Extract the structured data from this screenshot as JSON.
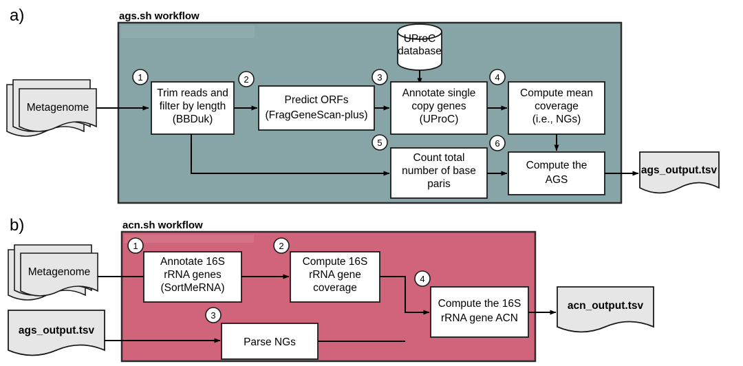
{
  "figure": {
    "panels": [
      {
        "id": "a",
        "letter": "a)",
        "title": "ags.sh workflow",
        "panel_color": "#87a4a6",
        "panel_band_color": "#8fabad",
        "inputs": [
          {
            "name": "metagenome-input",
            "label": "Metagenome",
            "stacked": true
          }
        ],
        "database": {
          "name": "uproc-database",
          "line1": "UProC",
          "line2": "database"
        },
        "steps": [
          {
            "num": "1",
            "lines": [
              "Trim reads and",
              "filter by length",
              "(BBDuk)"
            ]
          },
          {
            "num": "2",
            "lines": [
              "Predict ORFs",
              "(FragGeneScan-plus)"
            ]
          },
          {
            "num": "3",
            "lines": [
              "Annotate single",
              "copy genes",
              "(UProC)"
            ]
          },
          {
            "num": "4",
            "lines": [
              "Compute mean",
              "coverage",
              "(i.e., NGs)"
            ]
          },
          {
            "num": "5",
            "lines": [
              "Count total",
              "number of base",
              "paris"
            ]
          },
          {
            "num": "6",
            "lines": [
              "Compute the",
              "AGS"
            ]
          }
        ],
        "outputs": [
          {
            "name": "ags-output-file",
            "label": "ags_output.tsv"
          }
        ]
      },
      {
        "id": "b",
        "letter": "b)",
        "title": "acn.sh workflow",
        "panel_color": "#d0647a",
        "panel_band_color": "#d57286",
        "inputs": [
          {
            "name": "metagenome-input",
            "label": "Metagenome",
            "stacked": true
          },
          {
            "name": "ags-output-input",
            "label": "ags_output.tsv",
            "stacked": false
          }
        ],
        "steps": [
          {
            "num": "1",
            "lines": [
              "Annotate 16S",
              "rRNA genes",
              "(SortMeRNA)"
            ]
          },
          {
            "num": "2",
            "lines": [
              "Compute 16S",
              "rRNA gene",
              "coverage"
            ]
          },
          {
            "num": "3",
            "lines": [
              "Parse NGs"
            ]
          },
          {
            "num": "4",
            "lines": [
              "Compute the 16S",
              "rRNA gene ACN"
            ]
          }
        ],
        "outputs": [
          {
            "name": "acn-output-file",
            "label": "acn_output.tsv"
          }
        ]
      }
    ],
    "colors": {
      "box_fill": "#ffffff",
      "box_stroke": "#1a1a1a",
      "doc_fill": "#e6e6e6",
      "arrow": "#000000",
      "circle_fill": "#ffffff"
    }
  }
}
